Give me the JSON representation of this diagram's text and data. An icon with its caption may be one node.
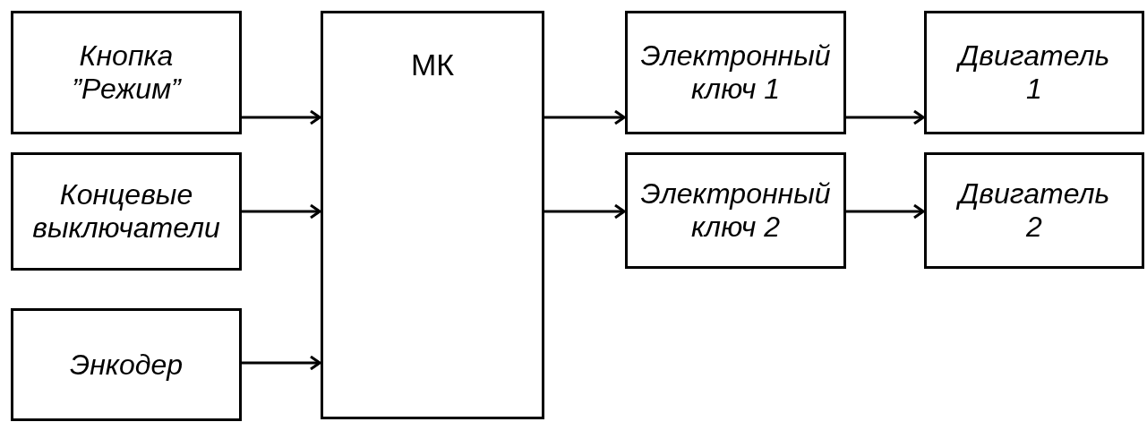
{
  "diagram": {
    "nodes": [
      {
        "text": [
          "Кнопка ”Режим”"
        ]
      },
      {
        "text": [
          "Концевые выключатели"
        ]
      },
      {
        "text": [
          "Энкодер"
        ]
      },
      {
        "text": [
          "МК"
        ]
      },
      {
        "text": [
          "Электронный ключ 1"
        ]
      },
      {
        "text": [
          "Электронный ключ 2"
        ]
      },
      {
        "text": [
          "Двигатель 1"
        ]
      },
      {
        "text": [
          "Двигатель 2"
        ]
      }
    ],
    "edges": [
      {
        "from": 0,
        "to": 3,
        "arrow": "to"
      },
      {
        "from": 1,
        "to": 3,
        "arrow": "to"
      },
      {
        "from": 2,
        "to": 3,
        "arrow": "to"
      },
      {
        "from": 3,
        "to": 4,
        "arrow": "to"
      },
      {
        "from": 3,
        "to": 5,
        "arrow": "to"
      },
      {
        "from": 4,
        "to": 6,
        "arrow": "to"
      },
      {
        "from": 5,
        "to": 7,
        "arrow": "to"
      }
    ]
  }
}
